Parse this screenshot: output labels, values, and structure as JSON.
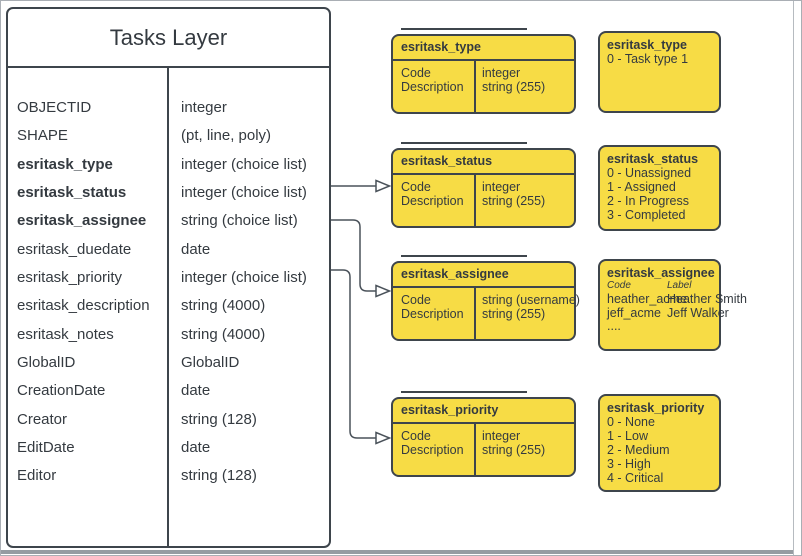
{
  "colors": {
    "box_fill": "#F7DC45",
    "box_stroke": "#3E454C",
    "text": "#343A40",
    "connector": "#4A525A",
    "page_edge": "#959CA2"
  },
  "tasks_layer": {
    "title": "Tasks Layer",
    "fields": [
      {
        "name": "OBJECTID",
        "type": "integer",
        "bold": false
      },
      {
        "name": "SHAPE",
        "type": "(pt, line, poly)",
        "bold": false
      },
      {
        "name": "esritask_type",
        "type": "integer (choice list)",
        "bold": true
      },
      {
        "name": "esritask_status",
        "type": "integer (choice list)",
        "bold": true
      },
      {
        "name": "esritask_assignee",
        "type": "string (choice list)",
        "bold": true
      },
      {
        "name": "esritask_duedate",
        "type": "date",
        "bold": false
      },
      {
        "name": "esritask_priority",
        "type": "integer (choice list)",
        "bold": false
      },
      {
        "name": "esritask_description",
        "type": "string (4000)",
        "bold": false
      },
      {
        "name": "esritask_notes",
        "type": "string (4000)",
        "bold": false
      },
      {
        "name": "GlobalID",
        "type": "GlobalID",
        "bold": false
      },
      {
        "name": "CreationDate",
        "type": "date",
        "bold": false
      },
      {
        "name": "Creator",
        "type": "string (128)",
        "bold": false
      },
      {
        "name": "EditDate",
        "type": "date",
        "bold": false
      },
      {
        "name": "Editor",
        "type": "string (128)",
        "bold": false
      }
    ]
  },
  "schema_boxes": [
    {
      "title": "esritask_type",
      "rows": [
        {
          "name": "Code",
          "type": "integer"
        },
        {
          "name": "Description",
          "type": "string (255)"
        }
      ]
    },
    {
      "title": "esritask_status",
      "rows": [
        {
          "name": "Code",
          "type": "integer"
        },
        {
          "name": "Description",
          "type": "string (255)"
        }
      ]
    },
    {
      "title": "esritask_assignee",
      "rows": [
        {
          "name": "Code",
          "type": "string (username)"
        },
        {
          "name": "Description",
          "type": "string (255)"
        }
      ]
    },
    {
      "title": "esritask_priority",
      "rows": [
        {
          "name": "Code",
          "type": "integer"
        },
        {
          "name": "Description",
          "type": "string (255)"
        }
      ]
    }
  ],
  "values_boxes": [
    {
      "title": "esritask_type",
      "values": [
        "0 - Task type 1"
      ]
    },
    {
      "title": "esritask_status",
      "values": [
        "0 - Unassigned",
        "1 - Assigned",
        "2 - In Progress",
        "3 - Completed"
      ]
    },
    {
      "title": "esritask_assignee",
      "columns": {
        "code": "Code",
        "label": "Label"
      },
      "rows": [
        {
          "code": "heather_acme",
          "label": "Heather Smith"
        },
        {
          "code": "jeff_acme",
          "label": "Jeff Walker"
        }
      ],
      "ellipsis": "...."
    },
    {
      "title": "esritask_priority",
      "values": [
        "0 - None",
        "1 - Low",
        "2 - Medium",
        "3 - High",
        "4 - Critical"
      ]
    }
  ]
}
